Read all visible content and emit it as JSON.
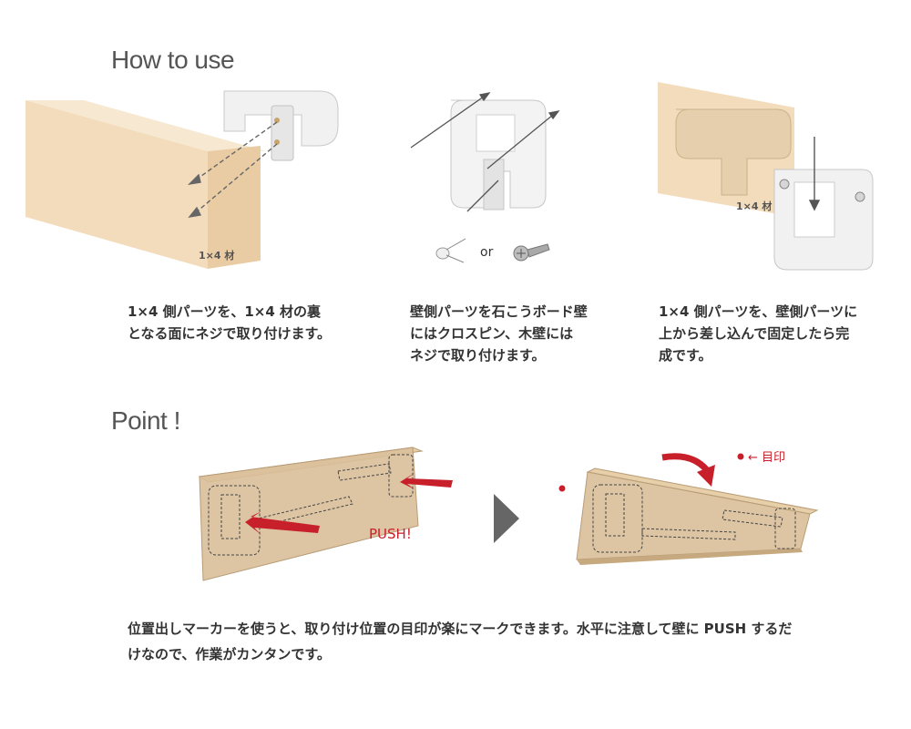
{
  "sections": {
    "how_to_use": "How to use",
    "point": "Point !"
  },
  "step1": {
    "caption_lines": [
      "1×4 側パーツを、1×4 材の裏",
      "となる面にネジで取り付けます。"
    ],
    "board_label": "1×4 材"
  },
  "step2": {
    "caption_lines": [
      "壁側パーツを石こうボード壁",
      "にはクロスピン、木壁には",
      "ネジで取り付けます。"
    ],
    "or_label": "or"
  },
  "step3": {
    "caption_lines": [
      "1×4 側パーツを、壁側パーツに",
      "上から差し込んで固定したら完",
      "成です。"
    ],
    "board_label": "1×4 材"
  },
  "point": {
    "push_label": "PUSH!",
    "marker_legend": "← 目印",
    "text_lines": [
      "位置出しマーカーを使うと、取り付け位置の目印が楽にマークできます。水平に注意して壁に PUSH するだ",
      "けなので、作業がカンタンです。"
    ]
  },
  "colors": {
    "wood": "#f2dcbb",
    "wood_dark": "#dcc49a",
    "wood_board": "#d8bf9a",
    "accent_red": "#c8202b",
    "arrow_gray": "#666666"
  }
}
